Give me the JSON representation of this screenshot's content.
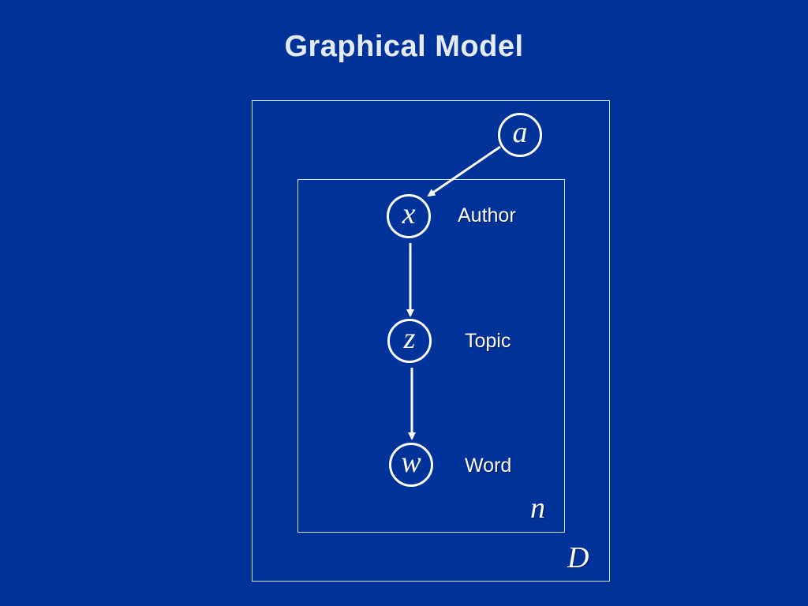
{
  "title": "Graphical Model",
  "nodes": {
    "a": "a",
    "x": "x",
    "z": "z",
    "w": "w"
  },
  "labels": {
    "author": "Author",
    "topic": "Topic",
    "word": "Word"
  },
  "plates": {
    "inner": "n",
    "outer": "D"
  },
  "colors": {
    "background": "#00339a",
    "foreground": "#ffffff",
    "title": "#e6ecf7"
  }
}
